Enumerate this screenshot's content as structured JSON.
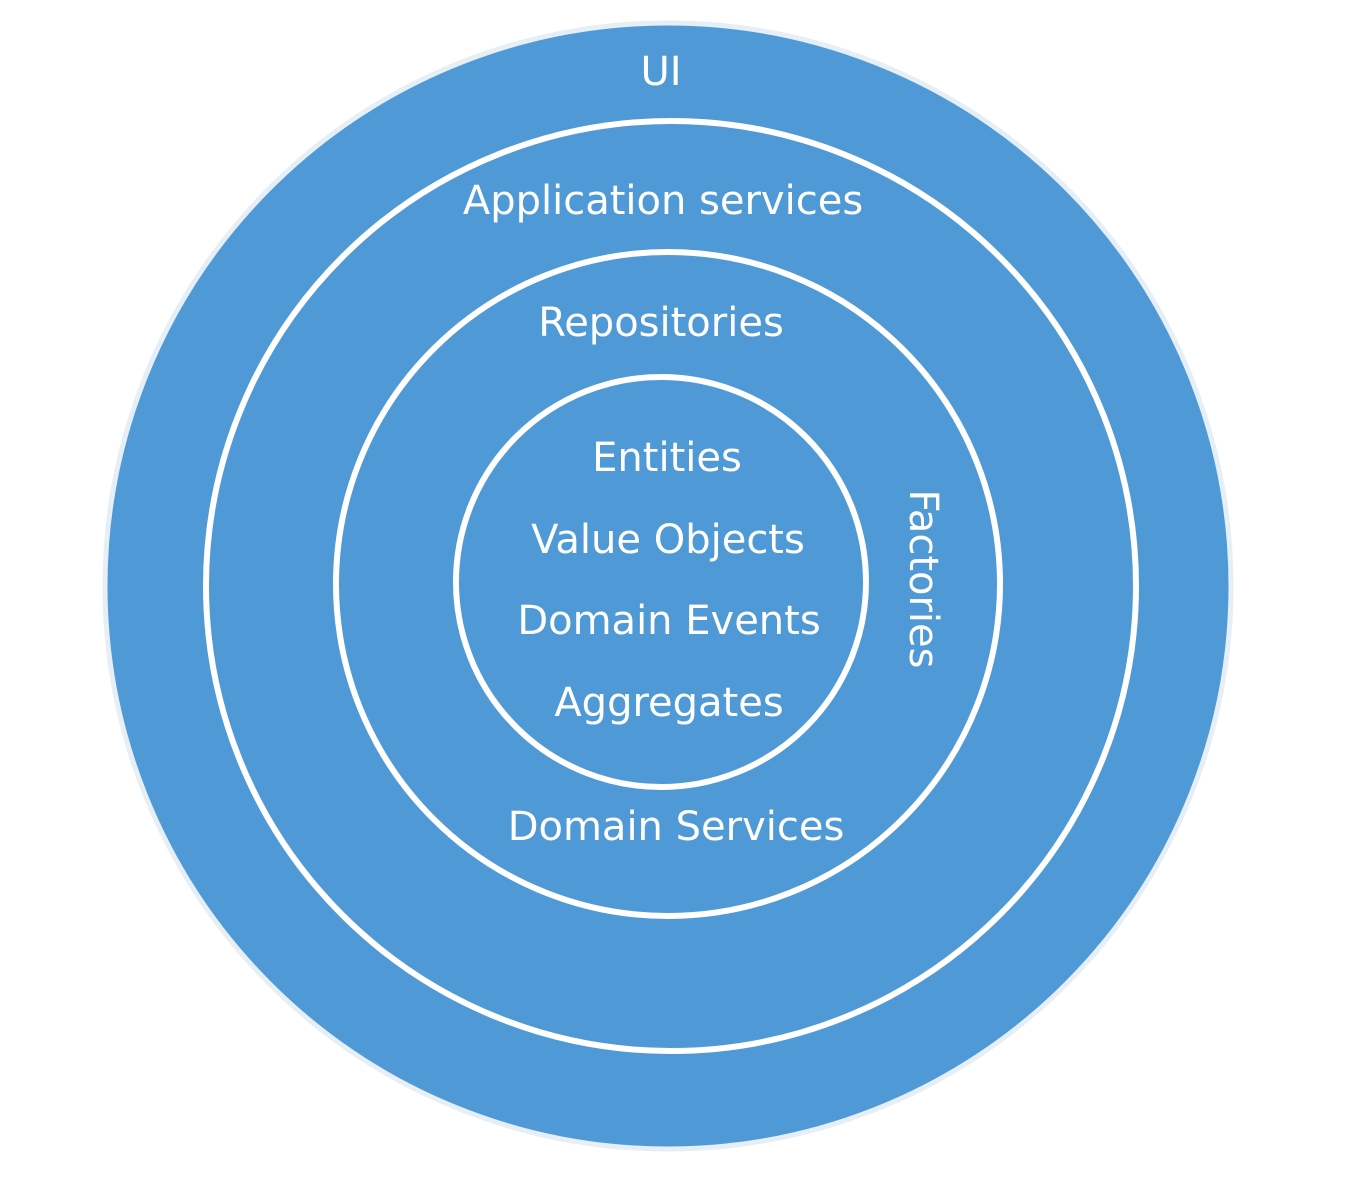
{
  "layers": {
    "ui": "UI",
    "application_services": "Application services",
    "repositories": "Repositories",
    "factories": "Factories",
    "domain_services": "Domain Services",
    "core": {
      "entities": "Entities",
      "value_objects": "Value Objects",
      "domain_events": "Domain Events",
      "aggregates": "Aggregates"
    }
  },
  "colors": {
    "ring_fill": "#4f9ad6",
    "ring_stroke": "#ffffff",
    "text": "#ffffff"
  }
}
